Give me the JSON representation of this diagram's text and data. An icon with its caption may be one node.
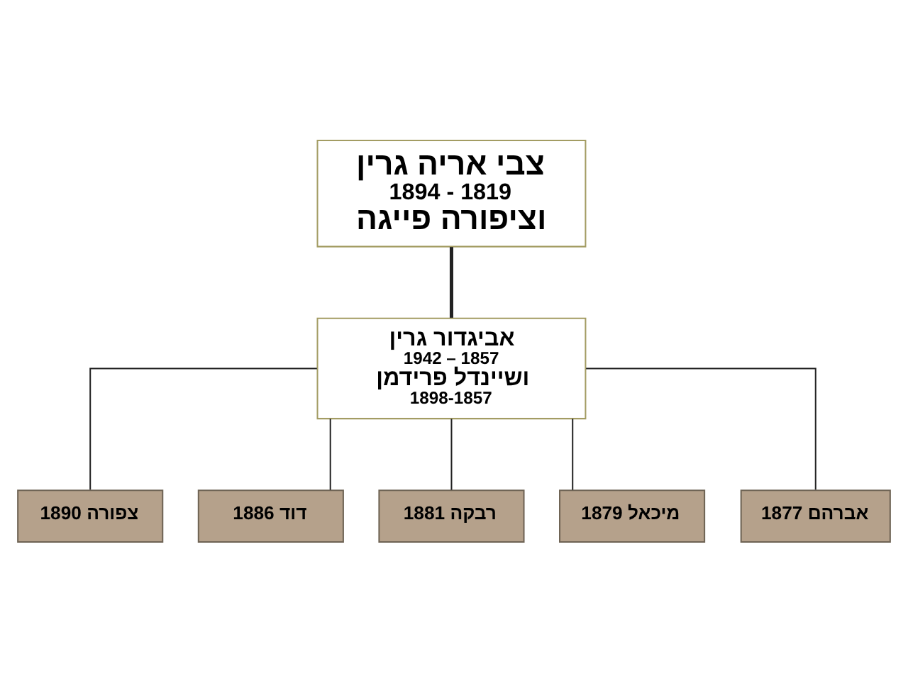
{
  "diagram": {
    "nodes": [
      {
        "text": [
          "צבי אריה גרין",
          "1894 - 1819",
          "וציפורה פייגה"
        ]
      },
      {
        "text": [
          "אביגדור גרין",
          "1942 – 1857",
          "ושיינדל פרידמן",
          "1898-1857"
        ]
      },
      {
        "text": [
          "אברהם 1877"
        ]
      },
      {
        "text": [
          "מיכאל 1879"
        ]
      },
      {
        "text": [
          "רבקה 1881"
        ]
      },
      {
        "text": [
          "דוד 1886"
        ]
      },
      {
        "text": [
          "צפורה 1890"
        ]
      }
    ],
    "edges": [
      {
        "from": 0,
        "to": 1,
        "arrow": "none",
        "style": "thick"
      },
      {
        "from": 1,
        "to": 2,
        "arrow": "none"
      },
      {
        "from": 1,
        "to": 3,
        "arrow": "none"
      },
      {
        "from": 1,
        "to": 4,
        "arrow": "none"
      },
      {
        "from": 1,
        "to": 5,
        "arrow": "none"
      },
      {
        "from": 1,
        "to": 6,
        "arrow": "none"
      }
    ]
  }
}
